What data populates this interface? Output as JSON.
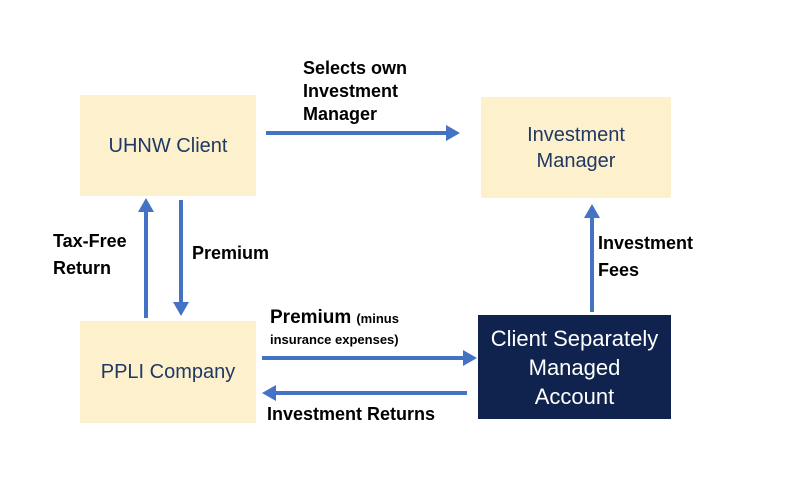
{
  "boxes": {
    "uhnw_client": {
      "label": "UHNW Client"
    },
    "investment_manager": {
      "line1": "Investment",
      "line2": "Manager"
    },
    "ppli_company": {
      "label": "PPLI Company"
    },
    "client_account": {
      "line1": "Client Separately",
      "line2": "Managed",
      "line3": "Account"
    }
  },
  "arrows": {
    "selects_manager": {
      "line1": "Selects own",
      "line2": "Investment",
      "line3": "Manager"
    },
    "tax_free_return": {
      "line1": "Tax-Free",
      "line2": "Return"
    },
    "premium": {
      "label": "Premium"
    },
    "premium_net": {
      "big": "Premium",
      "small1": "(minus",
      "small2": "insurance expenses)"
    },
    "investment_returns": {
      "label": "Investment Returns"
    },
    "investment_fees": {
      "line1": "Investment",
      "line2": "Fees"
    }
  },
  "colors": {
    "box_fill": "#FDF0CD",
    "box_text": "#1F3864",
    "dark_box_fill": "#10234E",
    "dark_box_text": "#FFFFFF",
    "arrow_blue": "#4472C4",
    "label_text": "#000000",
    "background": "#FFFFFF"
  }
}
